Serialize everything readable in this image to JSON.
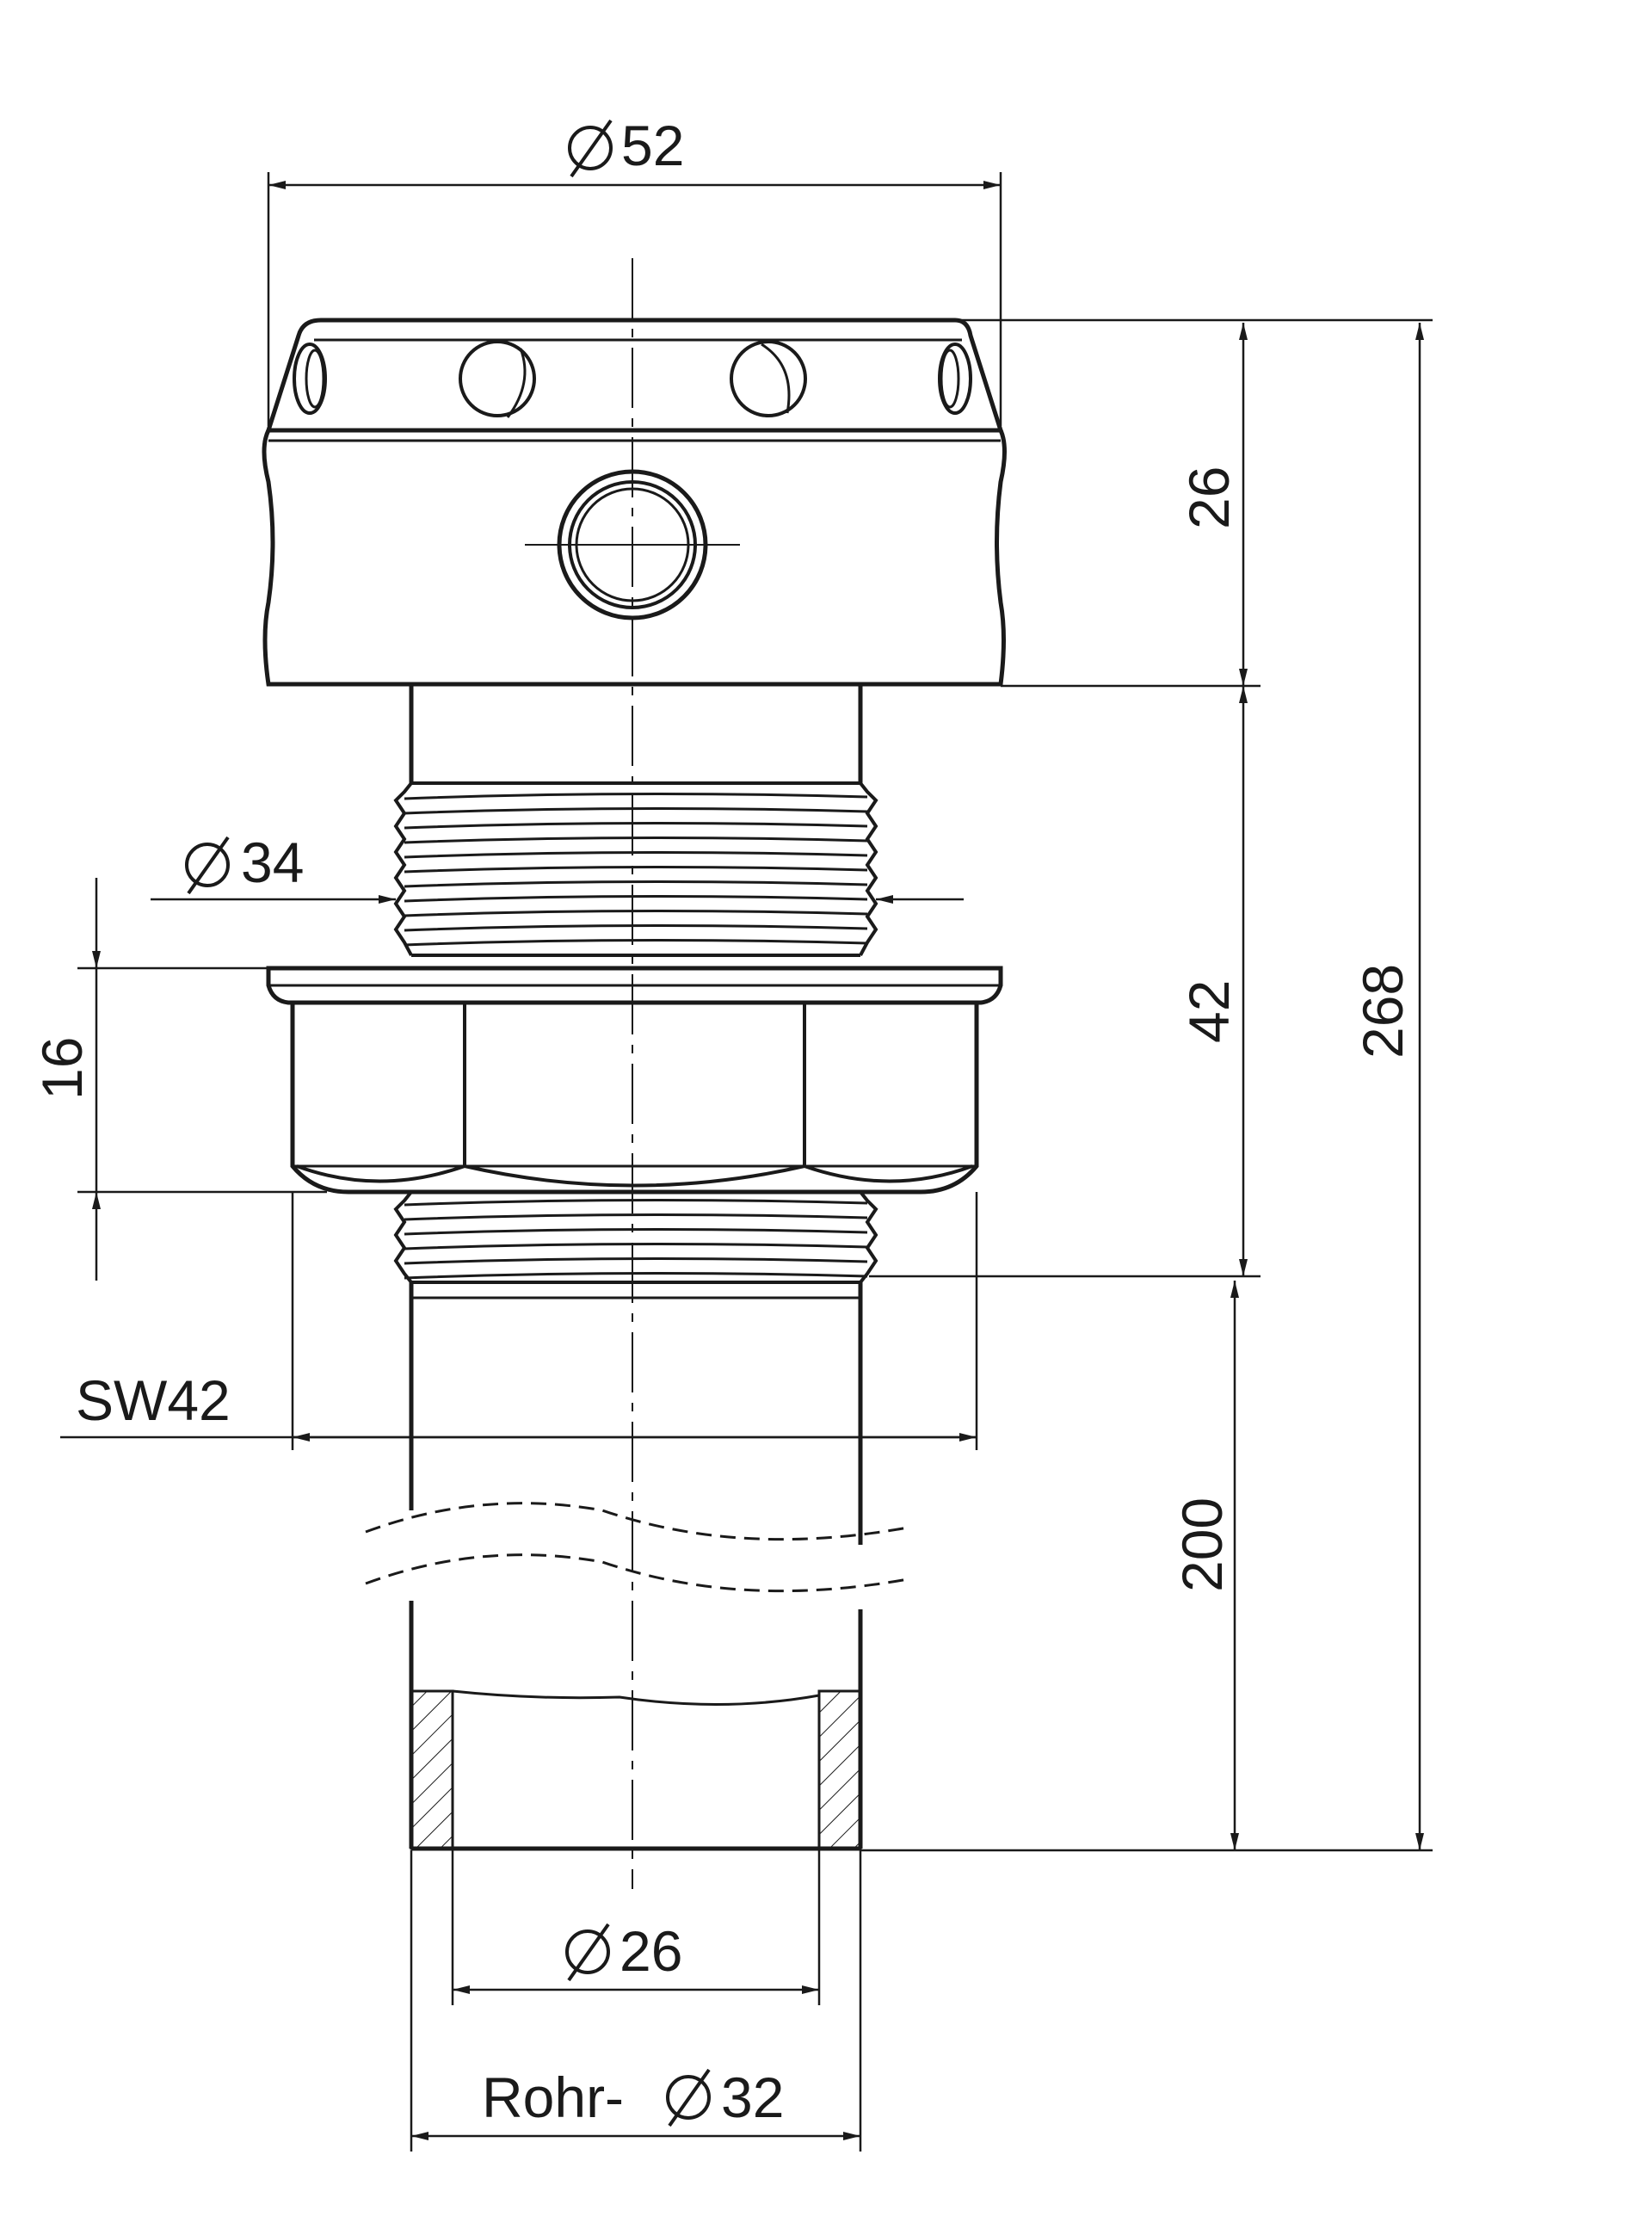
{
  "dimensions": {
    "top_diameter": "52",
    "height_head": "26",
    "thread_diameter": "34",
    "height_thread": "42",
    "height_total": "268",
    "height_nut": "16",
    "wrench_size": "SW42",
    "height_tube": "200",
    "inner_diameter": "26",
    "tube_diameter_prefix": "Rohr-",
    "tube_diameter": "32"
  },
  "colors": {
    "line": "#1a1a1a",
    "background": "#ffffff"
  },
  "icons": {
    "diameter_symbol": "diameter-icon"
  }
}
